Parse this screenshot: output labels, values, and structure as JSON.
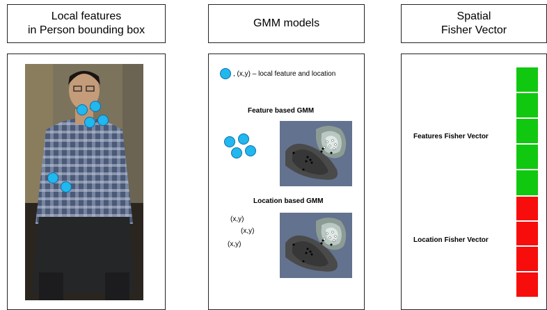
{
  "columns": [
    {
      "title_line1": "Local features",
      "title_line2": "in Person bounding box"
    },
    {
      "title_line1": "GMM models",
      "title_line2": ""
    },
    {
      "title_line1": "Spatial",
      "title_line2": "Fisher Vector"
    }
  ],
  "gmm": {
    "legend": ", (x,y) – local feature and location",
    "feature_title": "Feature based GMM",
    "location_title": "Location based GMM",
    "xy_labels": [
      "(x,y)",
      "(x,y)",
      "(x,y)"
    ]
  },
  "fisher": {
    "features_label": "Features Fisher Vector",
    "location_label": "Location Fisher Vector",
    "colors": {
      "features": "#11c811",
      "location": "#f80d0d"
    },
    "feature_cells": 5,
    "location_cells": 4
  }
}
